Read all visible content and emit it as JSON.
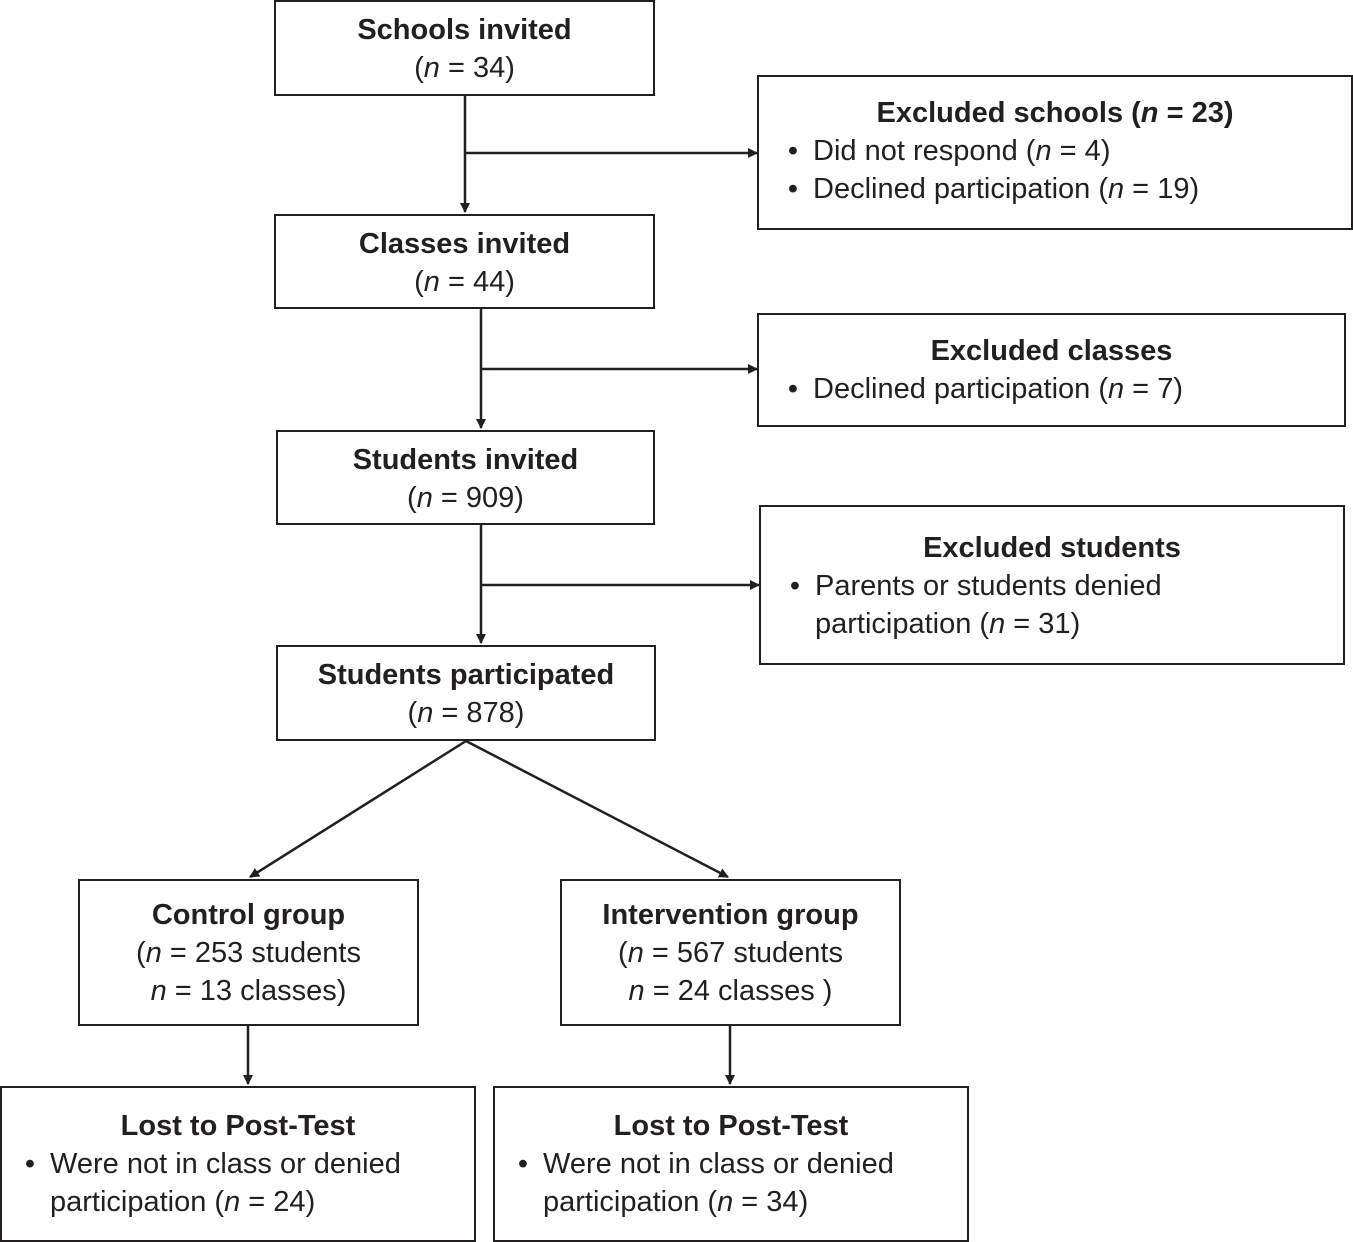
{
  "n_symbol": "n",
  "schools_invited": {
    "title": "Schools invited",
    "n": "34"
  },
  "excluded_schools": {
    "title_prefix": "Excluded schools (",
    "title_mid": " = 23)",
    "items": [
      {
        "label": "Did not respond (",
        "n": "4"
      },
      {
        "label": "Declined participation (",
        "n": "19"
      }
    ]
  },
  "classes_invited": {
    "title": "Classes invited",
    "n": "44"
  },
  "excluded_classes": {
    "title": "Excluded classes",
    "items": [
      {
        "label": "Declined participation (",
        "n": "7"
      }
    ]
  },
  "students_invited": {
    "title": "Students invited",
    "n": "909"
  },
  "excluded_students": {
    "title": "Excluded students",
    "items": [
      {
        "label_line1": "Parents or students denied",
        "label_line2": "participation (",
        "n": "31"
      }
    ]
  },
  "students_participated": {
    "title": "Students participated",
    "n": "878"
  },
  "control_group": {
    "title": "Control group",
    "students": "253 students",
    "classes": "13 classes)"
  },
  "intervention_group": {
    "title": "Intervention group",
    "students": "567 students",
    "classes": "24 classes )"
  },
  "lost_control": {
    "title": "Lost to Post-Test",
    "items": [
      {
        "label_line1": "Were not in class or denied",
        "label_line2": "participation (",
        "n": "24"
      }
    ]
  },
  "lost_intervention": {
    "title": "Lost to Post-Test",
    "items": [
      {
        "label_line1": "Were not in class or denied",
        "label_line2": "participation (",
        "n": "34"
      }
    ]
  },
  "bullet_char": "•",
  "colors": {
    "line": "#231f20",
    "text": "#231f20",
    "background": "#ffffff"
  }
}
